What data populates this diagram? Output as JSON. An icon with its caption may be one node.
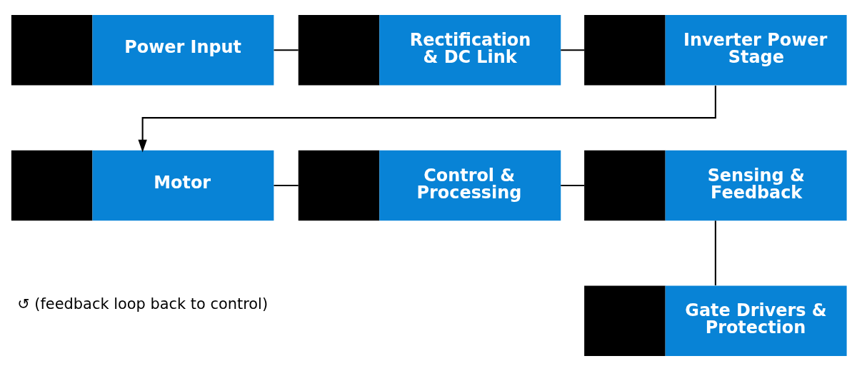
{
  "diagram": {
    "nodes": [
      {
        "text": [
          "Power Input"
        ]
      },
      {
        "text": [
          "Rectification & DC Link"
        ]
      },
      {
        "text": [
          "Inverter Power Stage"
        ]
      },
      {
        "text": [
          "Motor"
        ]
      },
      {
        "text": [
          "Control & Processing"
        ]
      },
      {
        "text": [
          "Sensing & Feedback"
        ]
      },
      {
        "text": [
          "Gate Drivers & Protection"
        ]
      }
    ],
    "edges": [
      {
        "from": 0,
        "to": 1,
        "arrow": "none"
      },
      {
        "from": 1,
        "to": 2,
        "arrow": "none"
      },
      {
        "from": 2,
        "to": 3,
        "arrow": "to"
      },
      {
        "from": 3,
        "to": 4,
        "arrow": "none"
      },
      {
        "from": 4,
        "to": 5,
        "arrow": "none"
      },
      {
        "from": 5,
        "to": 6,
        "arrow": "none"
      }
    ],
    "labels": [
      "↺ (feedback loop back to control)"
    ]
  }
}
